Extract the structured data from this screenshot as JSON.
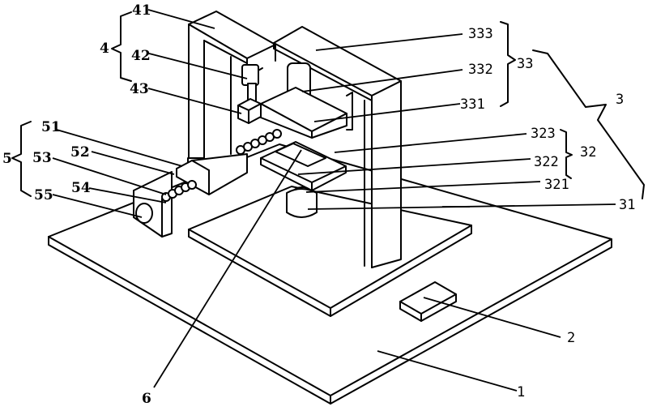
{
  "figure": {
    "description": "Isometric patent drawing of a pressing/testing device with numbered callouts",
    "labels": {
      "l1": "1",
      "l2": "2",
      "l3": "3",
      "l31": "31",
      "l32": "32",
      "l321": "321",
      "l322": "322",
      "l323": "323",
      "l33": "33",
      "l331": "331",
      "l332": "332",
      "l333": "333",
      "l4": "4",
      "l41": "41",
      "l42": "42",
      "l43": "43",
      "l5": "5",
      "l51": "51",
      "l52": "52",
      "l53": "53",
      "l54": "54",
      "l55": "55",
      "l6": "6"
    }
  }
}
